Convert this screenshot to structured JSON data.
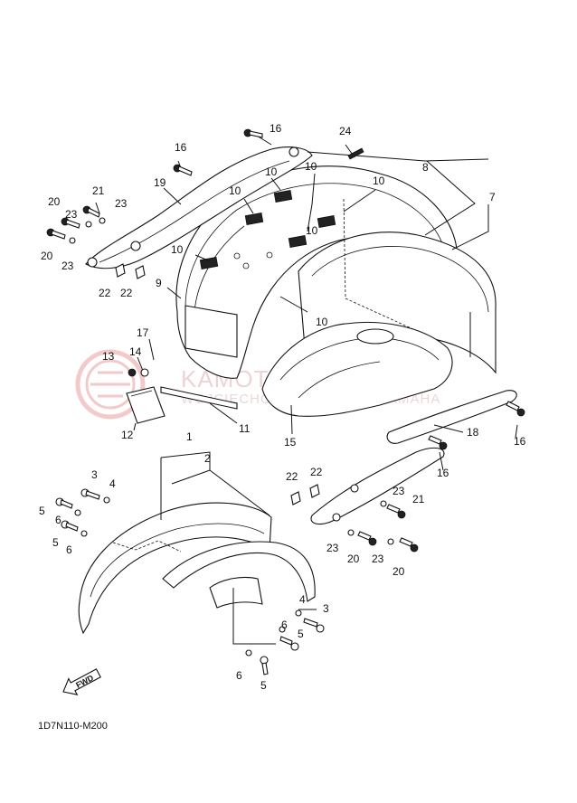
{
  "callouts": {
    "c1": "1",
    "c2": "2",
    "c3a": "3",
    "c3b": "3",
    "c4a": "4",
    "c4b": "4",
    "c5a": "5",
    "c5b": "5",
    "c5c": "5",
    "c5d": "5",
    "c6a": "6",
    "c6b": "6",
    "c6c": "6",
    "c6d": "6",
    "c7": "7",
    "c8": "8",
    "c9": "9",
    "c10a": "10",
    "c10b": "10",
    "c10c": "10",
    "c10d": "10",
    "c10e": "10",
    "c10f": "10",
    "c10g": "10",
    "c11": "11",
    "c12": "12",
    "c13": "13",
    "c14": "14",
    "c15": "15",
    "c16a": "16",
    "c16b": "16",
    "c16c": "16",
    "c16d": "16",
    "c17": "17",
    "c18": "18",
    "c19": "19",
    "c20a": "20",
    "c20b": "20",
    "c20c": "20",
    "c20d": "20",
    "c21a": "21",
    "c21b": "21",
    "c22a": "22",
    "c22b": "22",
    "c22c": "22",
    "c22d": "22",
    "c23a": "23",
    "c23b": "23",
    "c23c": "23",
    "c23d": "23",
    "c23e": "23",
    "c24": "24"
  },
  "fwd_label": "FWD",
  "diagram_code": "1D7N110-M200",
  "watermark": {
    "main": "KAMOTOCOM.PL",
    "sub": "WOJCIECHOWSKI DEALER YAMAHA"
  }
}
